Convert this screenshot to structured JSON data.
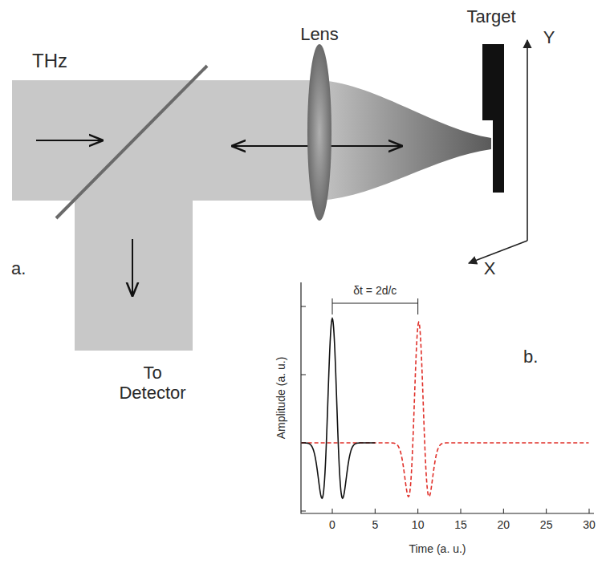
{
  "diagram": {
    "labels": [
      "THz",
      "Lens",
      "Target",
      "Y",
      "X",
      "a.",
      "To Detector",
      "b.",
      "δt = 2d/c",
      "Amplitude (a. u.)",
      "Time (a. u.)",
      "0",
      "5",
      "10",
      "15",
      "20",
      "25",
      "30"
    ]
  }
}
